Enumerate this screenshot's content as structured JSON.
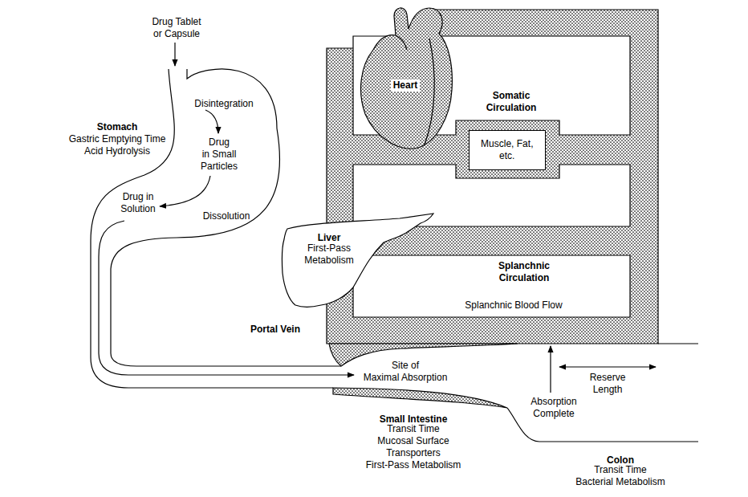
{
  "diagram": {
    "nodes": [
      {
        "text": [
          "Heart"
        ]
      },
      {
        "text": [
          "Somatic Circulation"
        ]
      },
      {
        "text": [
          "Muscle, Fat, etc."
        ]
      },
      {
        "text": [
          "Liver",
          "First-Pass Metabolism"
        ]
      },
      {
        "text": [
          "Splanchnic Circulation",
          "Splanchnic Blood Flow"
        ]
      }
    ],
    "labels": [
      "Drug Tablet or Capsule",
      "Disintegration",
      "Stomach",
      "Gastric Emptying Time Acid Hydrolysis",
      "Drug in Small Particles",
      "Drug in Solution",
      "Dissolution",
      "Portal Vein",
      "Site of Maximal Absorption",
      "Reserve Length",
      "Absorption Complete",
      "Small Intestine",
      "Transit Time Mucosal Surface Transporters First-Pass Metabolism",
      "Colon",
      "Transit Time Bacterial Metabolism"
    ]
  }
}
